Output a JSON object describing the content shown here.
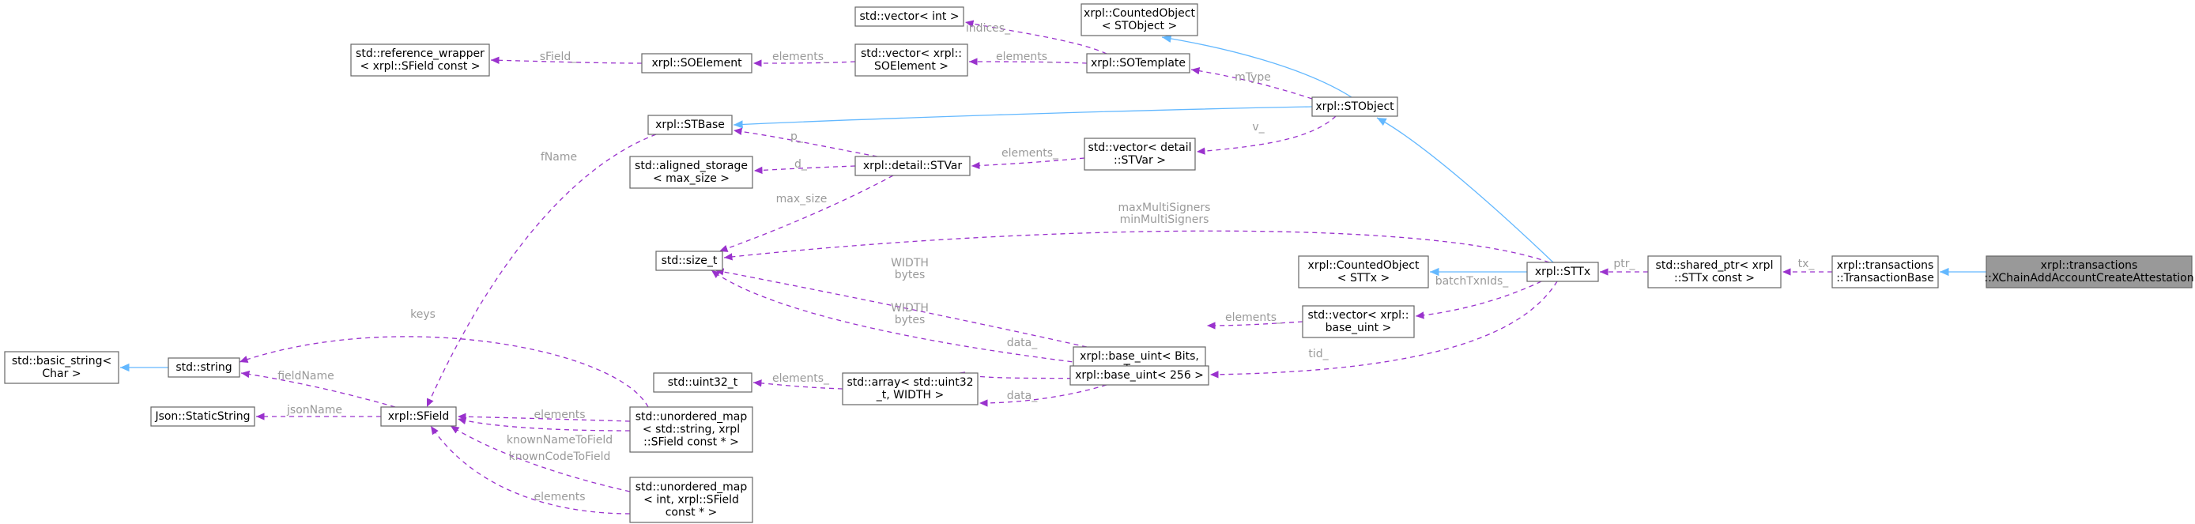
{
  "colors": {
    "usage_edge": "#9a32cd",
    "inheritance_edge": "#63b8ff",
    "node_border": "#666666",
    "focus_fill": "#999999",
    "label_text": "#9a9a9a"
  },
  "nodes": [
    {
      "id": "focus",
      "name": "xchain-attestation-node",
      "lines": [
        "xrpl::transactions",
        "::XChainAddAccountCreateAttestation"
      ],
      "focus": true
    },
    {
      "id": "txbase",
      "name": "transaction-base-node",
      "lines": [
        "xrpl::transactions",
        "::TransactionBase"
      ]
    },
    {
      "id": "sharedptr",
      "name": "shared-ptr-sttx-node",
      "lines": [
        "std::shared_ptr< xrpl",
        "::STTx const >"
      ]
    },
    {
      "id": "sttx",
      "name": "sttx-node",
      "lines": [
        "xrpl::STTx"
      ]
    },
    {
      "id": "co_sttx",
      "name": "counted-object-sttx-node",
      "lines": [
        "xrpl::CountedObject",
        "< STTx >"
      ]
    },
    {
      "id": "vec_buint",
      "name": "vector-base-uint-node",
      "lines": [
        "std::vector< xrpl::",
        "base_uint >"
      ]
    },
    {
      "id": "stobject",
      "name": "stobject-node",
      "lines": [
        "xrpl::STObject"
      ]
    },
    {
      "id": "co_stobject",
      "name": "counted-object-stobject-node",
      "lines": [
        "xrpl::CountedObject",
        "< STObject >"
      ]
    },
    {
      "id": "sotemplate",
      "name": "sotemplate-node",
      "lines": [
        "xrpl::SOTemplate"
      ]
    },
    {
      "id": "vec_int",
      "name": "vector-int-node",
      "lines": [
        "std::vector< int >"
      ]
    },
    {
      "id": "vec_soelem",
      "name": "vector-soelement-node",
      "lines": [
        "std::vector< xrpl::",
        "SOElement >"
      ]
    },
    {
      "id": "soelement",
      "name": "soelement-node",
      "lines": [
        "xrpl::SOElement"
      ]
    },
    {
      "id": "refwrap",
      "name": "reference-wrapper-node",
      "lines": [
        "std::reference_wrapper",
        "< xrpl::SField const >"
      ]
    },
    {
      "id": "vec_stvar",
      "name": "vector-stvar-node",
      "lines": [
        "std::vector< detail",
        "::STVar >"
      ]
    },
    {
      "id": "stvar",
      "name": "stvar-node",
      "lines": [
        "xrpl::detail::STVar"
      ]
    },
    {
      "id": "stbase",
      "name": "stbase-node",
      "lines": [
        "xrpl::STBase"
      ]
    },
    {
      "id": "aligned",
      "name": "aligned-storage-node",
      "lines": [
        "std::aligned_storage",
        "< max_size >"
      ]
    },
    {
      "id": "sizet",
      "name": "size-t-node",
      "lines": [
        "std::size_t"
      ]
    },
    {
      "id": "buint_bits",
      "name": "base-uint-bits-tag-node",
      "lines": [
        "xrpl::base_uint< Bits,",
        "Tag >"
      ]
    },
    {
      "id": "buint_256",
      "name": "base-uint-256-node",
      "lines": [
        "xrpl::base_uint< 256 >"
      ]
    },
    {
      "id": "uint32",
      "name": "uint32-node",
      "lines": [
        "std::uint32_t"
      ]
    },
    {
      "id": "array",
      "name": "array-uint32-node",
      "lines": [
        "std::array< std::uint32",
        "_t, WIDTH >"
      ]
    },
    {
      "id": "basicstr",
      "name": "basic-string-node",
      "lines": [
        "std::basic_string<",
        "Char >"
      ]
    },
    {
      "id": "string",
      "name": "std-string-node",
      "lines": [
        "std::string"
      ]
    },
    {
      "id": "staticstr",
      "name": "json-static-string-node",
      "lines": [
        "Json::StaticString"
      ]
    },
    {
      "id": "sfield",
      "name": "sfield-node",
      "lines": [
        "xrpl::SField"
      ]
    },
    {
      "id": "umap_str",
      "name": "unordered-map-string-node",
      "lines": [
        "std::unordered_map",
        "< std::string, xrpl",
        "::SField const * >"
      ]
    },
    {
      "id": "umap_int",
      "name": "unordered-map-int-node",
      "lines": [
        "std::unordered_map",
        "< int, xrpl::SField",
        "const * >"
      ]
    }
  ],
  "edge_labels": [
    {
      "id": "lbl_tx",
      "text": "tx_"
    },
    {
      "id": "lbl_ptr",
      "text": "ptr_"
    },
    {
      "id": "lbl_batch",
      "text": "batchTxnIds_"
    },
    {
      "id": "lbl_tid",
      "text": "tid_"
    },
    {
      "id": "lbl_maxmulti",
      "text": "maxMultiSigners"
    },
    {
      "id": "lbl_minmulti",
      "text": "minMultiSigners"
    },
    {
      "id": "lbl_mtype",
      "text": "mType"
    },
    {
      "id": "lbl_v",
      "text": "v_"
    },
    {
      "id": "lbl_indices",
      "text": "indices_"
    },
    {
      "id": "lbl_elements_sot",
      "text": "elements_"
    },
    {
      "id": "lbl_elements_soe",
      "text": "elements_"
    },
    {
      "id": "lbl_sfield_soe",
      "text": "sField_"
    },
    {
      "id": "lbl_elements_stvar",
      "text": "elements_"
    },
    {
      "id": "lbl_p",
      "text": "p_"
    },
    {
      "id": "lbl_d",
      "text": "d_"
    },
    {
      "id": "lbl_maxsize",
      "text": "max_size"
    },
    {
      "id": "lbl_fname",
      "text": "fName"
    },
    {
      "id": "lbl_width1",
      "text": "WIDTH"
    },
    {
      "id": "lbl_bytes1",
      "text": "bytes"
    },
    {
      "id": "lbl_width2",
      "text": "WIDTH"
    },
    {
      "id": "lbl_bytes2",
      "text": "bytes"
    },
    {
      "id": "lbl_elements_buint",
      "text": "elements_"
    },
    {
      "id": "lbl_data1",
      "text": "data_"
    },
    {
      "id": "lbl_data2",
      "text": "data_"
    },
    {
      "id": "lbl_elements_arr",
      "text": "elements_"
    },
    {
      "id": "lbl_keys",
      "text": "keys"
    },
    {
      "id": "lbl_fieldname",
      "text": "fieldName"
    },
    {
      "id": "lbl_jsonname",
      "text": "jsonName"
    },
    {
      "id": "lbl_elements_umap1",
      "text": "elements"
    },
    {
      "id": "lbl_knownname",
      "text": "knownNameToField"
    },
    {
      "id": "lbl_knowncode",
      "text": "knownCodeToField"
    },
    {
      "id": "lbl_elements_umap2",
      "text": "elements"
    }
  ]
}
